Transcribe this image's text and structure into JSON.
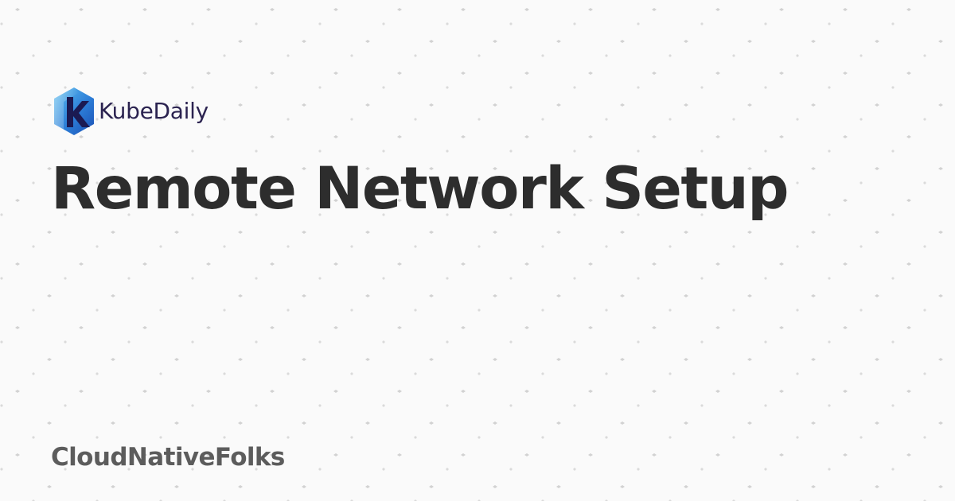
{
  "brand": {
    "name": "KubeDaily",
    "logo_icon": "kubedaily-hexagon-k-icon",
    "colors": {
      "hex_light": "#5fc1f0",
      "hex_dark": "#1a4fb4",
      "letter": "#1b1a52",
      "wordmark": "#2b2350"
    }
  },
  "post": {
    "title": "Remote Network Setup"
  },
  "author": {
    "name": "CloudNativeFolks"
  },
  "colors": {
    "background": "#fafafa",
    "title": "#2d2d2d",
    "author": "#5c5c5c",
    "pattern": "#d0d0d0"
  }
}
